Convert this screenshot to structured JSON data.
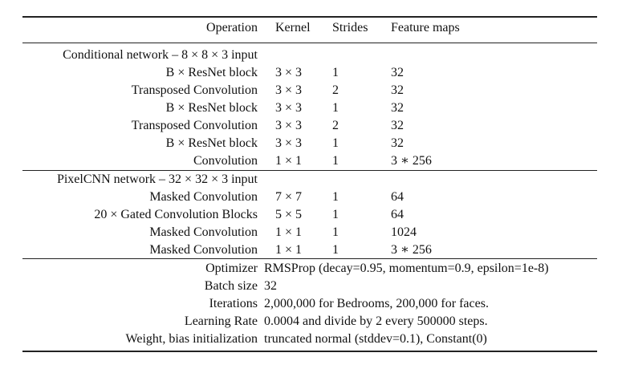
{
  "header": {
    "operation": "Operation",
    "kernel": "Kernel",
    "strides": "Strides",
    "feature_maps": "Feature maps"
  },
  "conditional": {
    "title": "Conditional network – 8 × 8 × 3 input",
    "rows": [
      {
        "operation": "B × ResNet block",
        "kernel": "3 × 3",
        "strides": "1",
        "feature_maps": "32"
      },
      {
        "operation": "Transposed Convolution",
        "kernel": "3 × 3",
        "strides": "2",
        "feature_maps": "32"
      },
      {
        "operation": "B × ResNet block",
        "kernel": "3 × 3",
        "strides": "1",
        "feature_maps": "32"
      },
      {
        "operation": "Transposed Convolution",
        "kernel": "3 × 3",
        "strides": "2",
        "feature_maps": "32"
      },
      {
        "operation": "B × ResNet block",
        "kernel": "3 × 3",
        "strides": "1",
        "feature_maps": "32"
      },
      {
        "operation": "Convolution",
        "kernel": "1 × 1",
        "strides": "1",
        "feature_maps": "3 ∗ 256"
      }
    ]
  },
  "pixelcnn": {
    "title": "PixelCNN network – 32 × 32 × 3 input",
    "rows": [
      {
        "operation": "Masked Convolution",
        "kernel": "7 × 7",
        "strides": "1",
        "feature_maps": "64"
      },
      {
        "operation": "20 × Gated Convolution Blocks",
        "kernel": "5 × 5",
        "strides": "1",
        "feature_maps": "64"
      },
      {
        "operation": "Masked Convolution",
        "kernel": "1 × 1",
        "strides": "1",
        "feature_maps": "1024"
      },
      {
        "operation": "Masked Convolution",
        "kernel": "1 × 1",
        "strides": "1",
        "feature_maps": "3 ∗ 256"
      }
    ]
  },
  "hyperparams": [
    {
      "label": "Optimizer",
      "value": "RMSProp (decay=0.95, momentum=0.9, epsilon=1e-8)"
    },
    {
      "label": "Batch size",
      "value": "32"
    },
    {
      "label": "Iterations",
      "value": "2,000,000 for Bedrooms, 200,000 for faces."
    },
    {
      "label": "Learning Rate",
      "value": "0.0004 and divide by 2 every 500000 steps."
    },
    {
      "label": "Weight, bias initialization",
      "value": "truncated normal (stddev=0.1), Constant(0)"
    }
  ]
}
